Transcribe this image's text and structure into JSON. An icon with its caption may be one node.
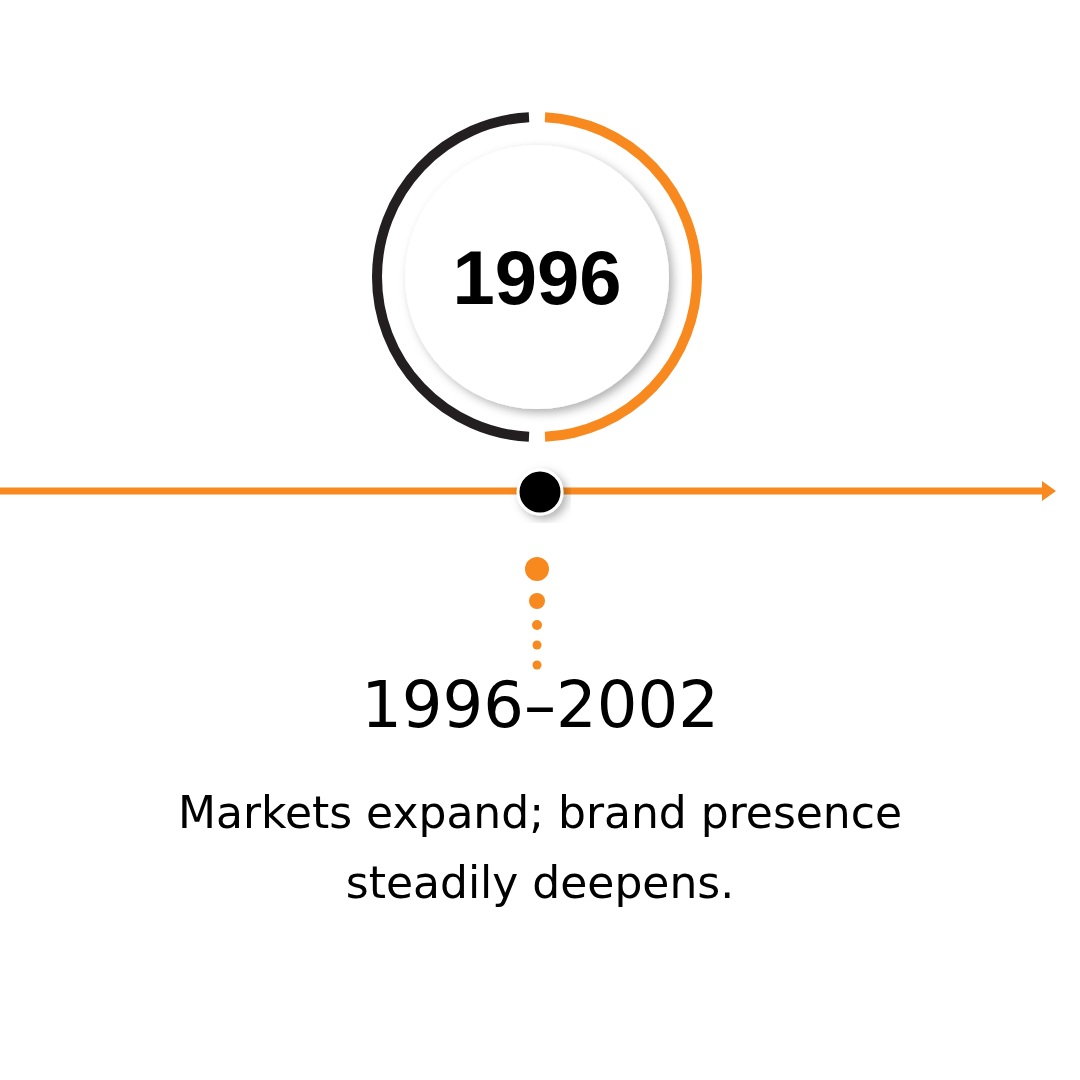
{
  "diagram": {
    "nodes": [
      {
        "text": [
          "1996"
        ]
      }
    ],
    "labels": [
      "1996–2002",
      "Markets expand; brand presence steadily deepens."
    ]
  }
}
